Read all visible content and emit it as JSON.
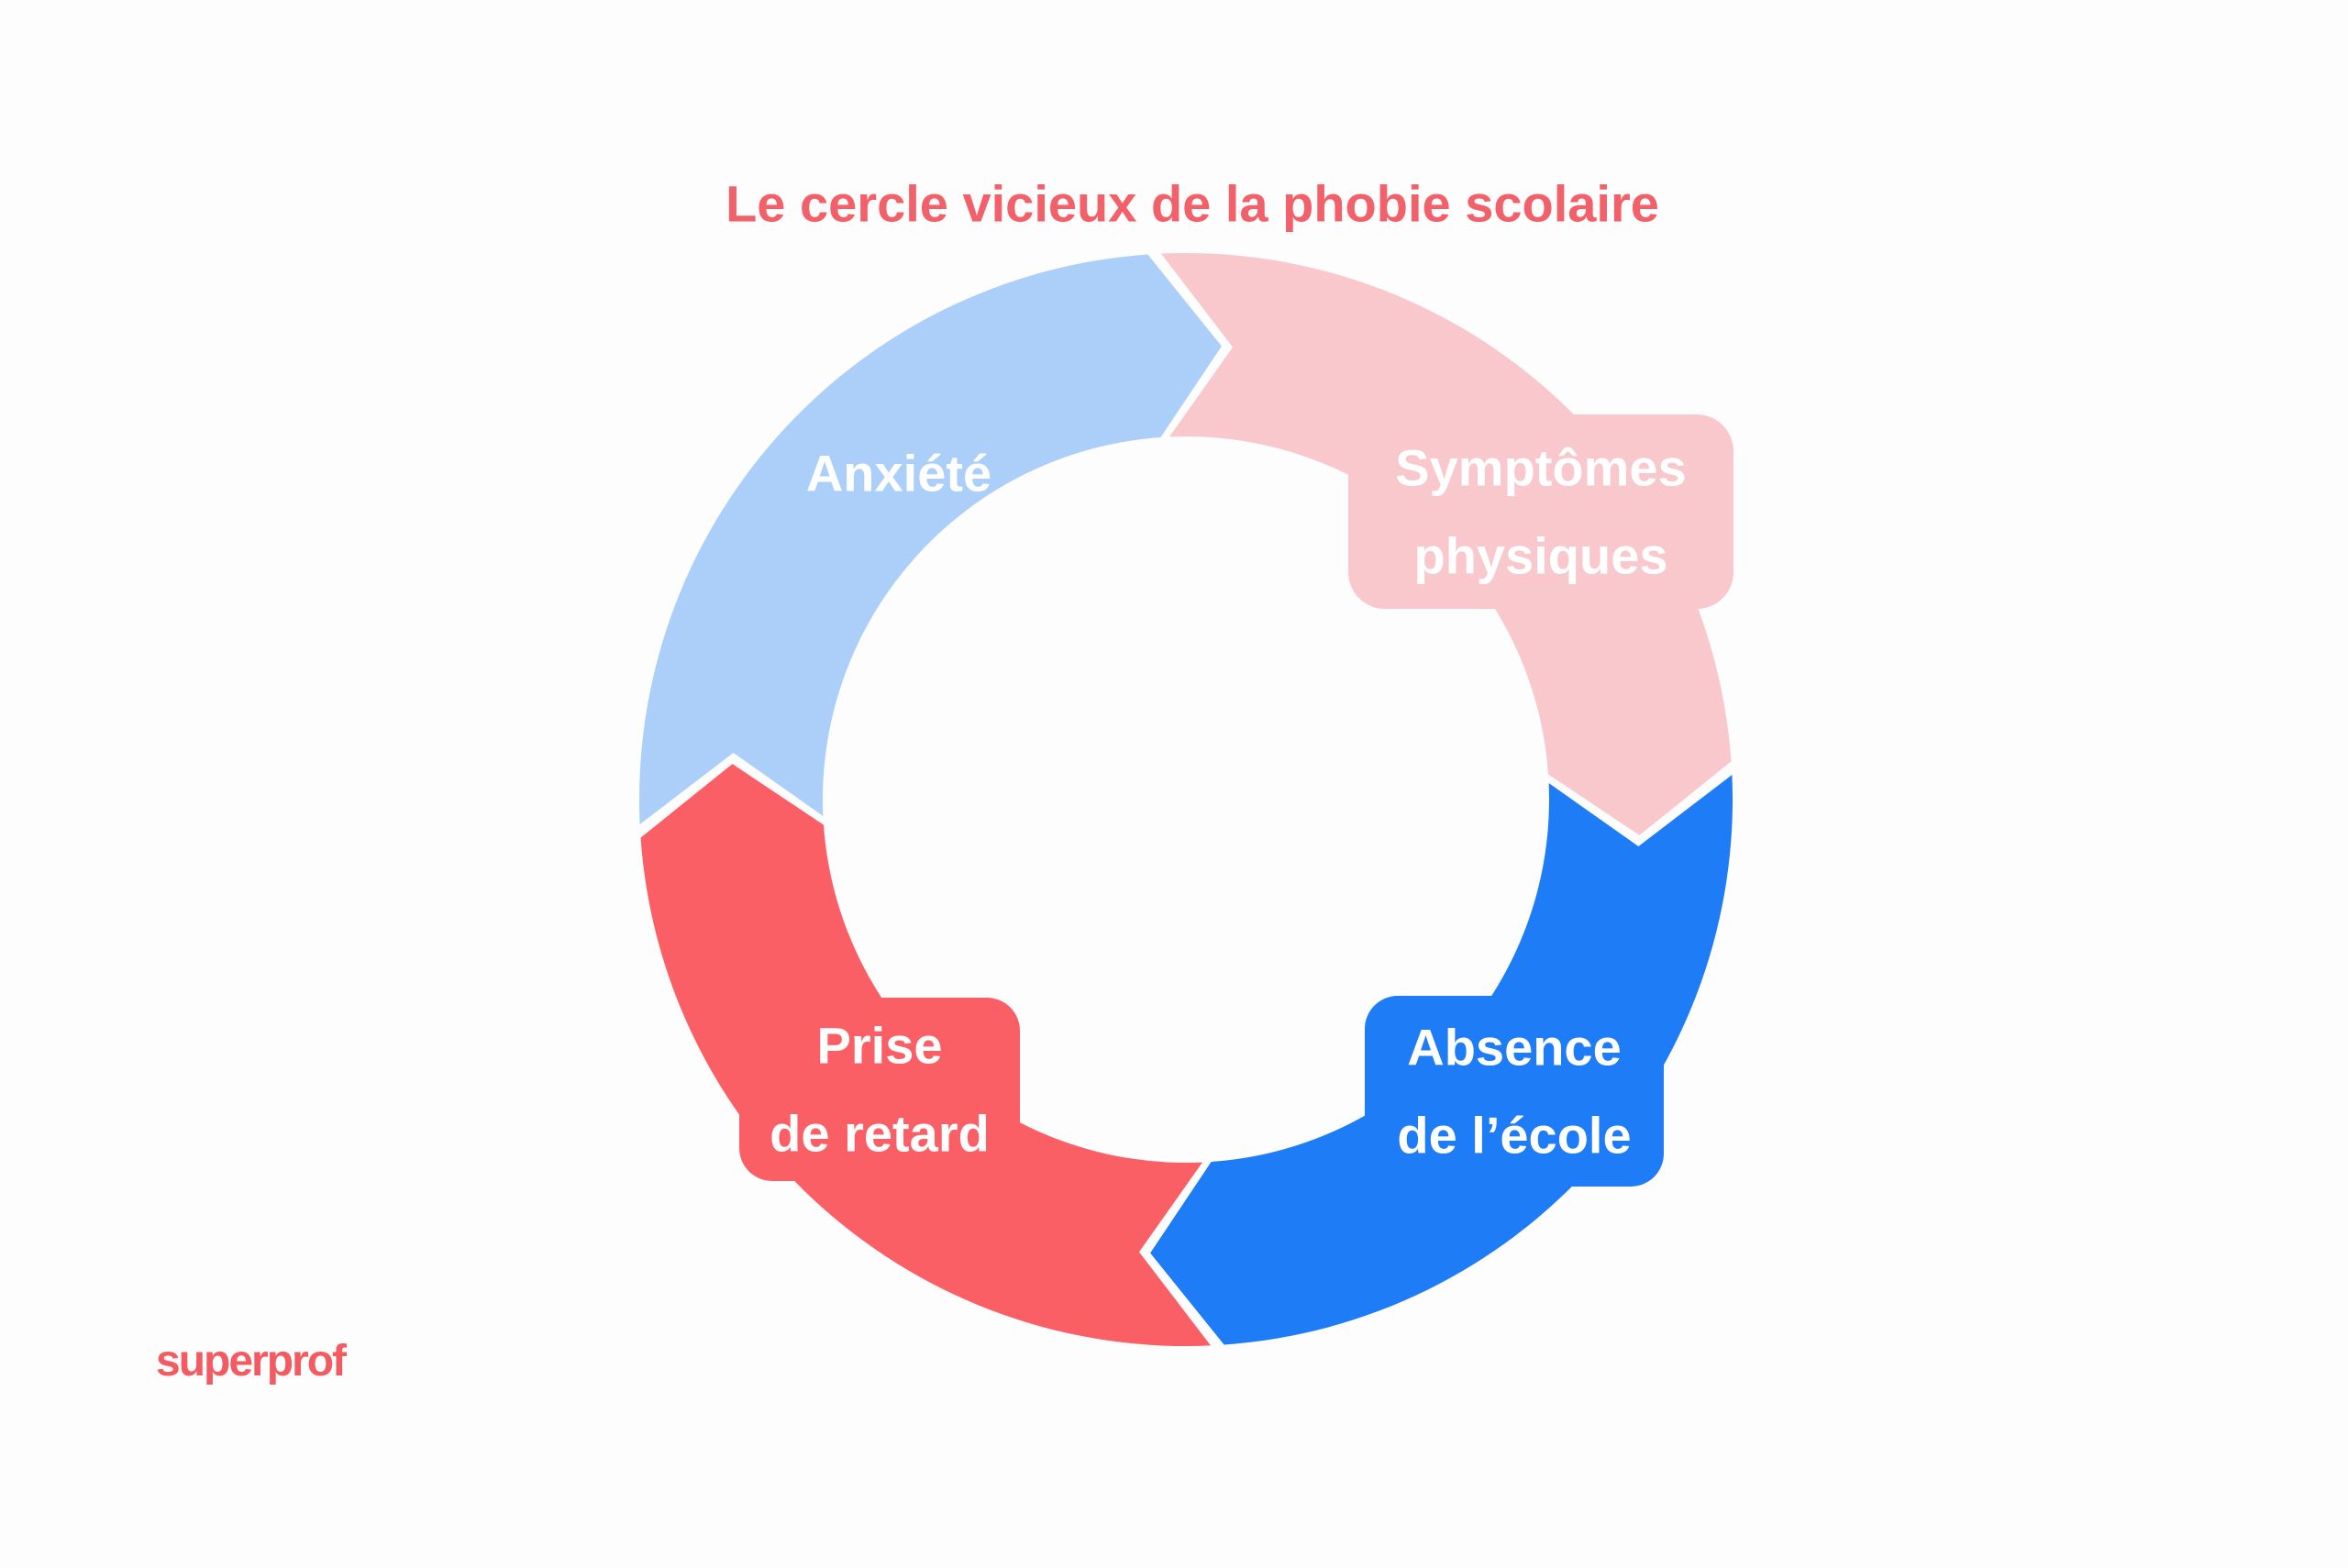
{
  "page": {
    "background": "#fdfdfd"
  },
  "title": {
    "text": "Le cercle vicieux de la phobie scolaire",
    "color": "#f2606a"
  },
  "brand": {
    "text": "superprof",
    "color": "#f25b62"
  },
  "chart_data": {
    "type": "cycle-diagram",
    "title": "Le cercle vicieux de la phobie scolaire",
    "direction": "clockwise",
    "steps": [
      {
        "order": 1,
        "label": "Anxiété",
        "lines": [
          "Anxiété"
        ],
        "color": "#accffa",
        "text_color": "#ffffff",
        "position": "top-left",
        "has_label_box": false
      },
      {
        "order": 2,
        "label": "Symptômes physiques",
        "lines": [
          "Symptômes",
          "physiques"
        ],
        "color": "#f9c8cd",
        "text_color": "#ffffff",
        "position": "top-right",
        "has_label_box": true
      },
      {
        "order": 3,
        "label": "Absence de l’école",
        "lines": [
          "Absence",
          "de l’école"
        ],
        "color": "#1d7cf6",
        "text_color": "#ffffff",
        "position": "bottom-right",
        "has_label_box": true
      },
      {
        "order": 4,
        "label": "Prise de retard",
        "lines": [
          "Prise",
          "de retard"
        ],
        "color": "#fb5f66",
        "text_color": "#ffffff",
        "position": "bottom-left",
        "has_label_box": true
      }
    ]
  }
}
